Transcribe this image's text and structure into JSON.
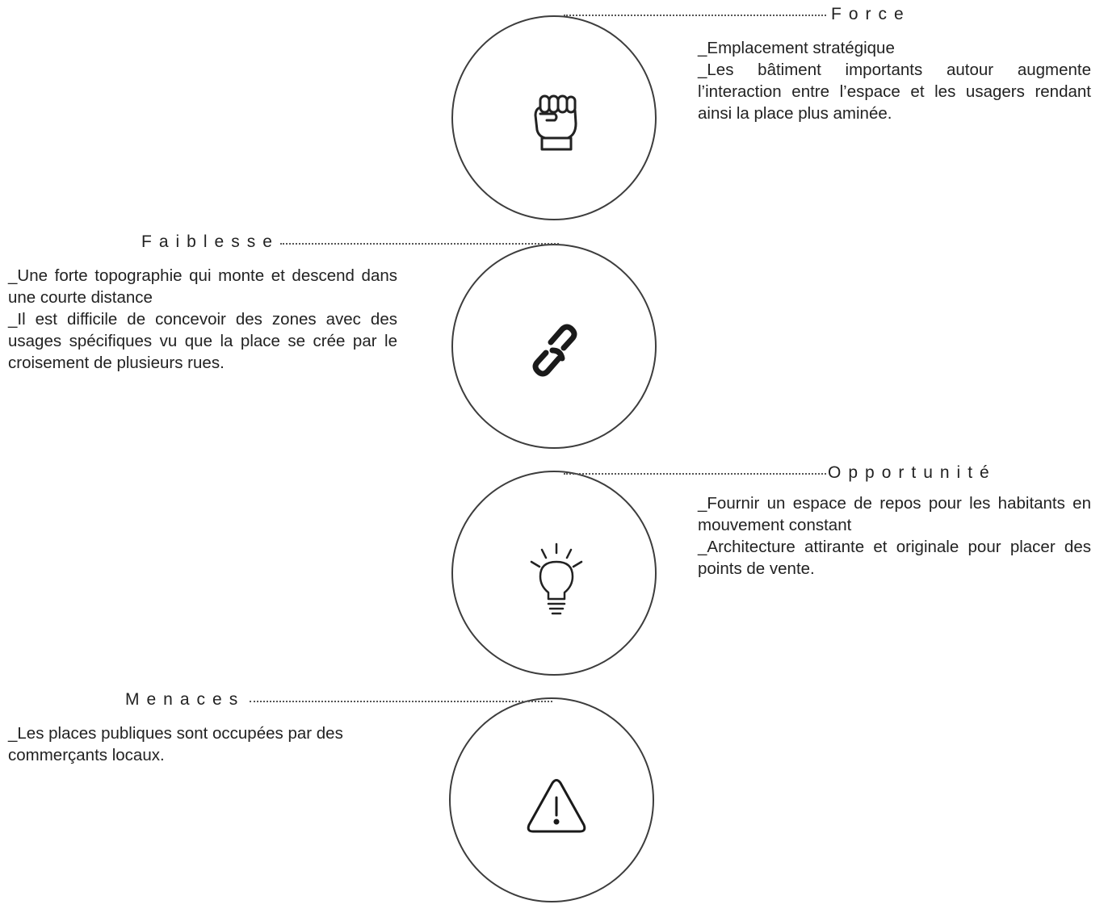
{
  "force": {
    "title": "Force",
    "lines": [
      "_Emplacement stratégique",
      "_Les bâtiment importants autour augmente l’interaction entre l’espace et les usagers rendant ainsi la place plus aminée."
    ],
    "icon": "fist-icon"
  },
  "faiblesse": {
    "title": "Faiblesse",
    "lines": [
      "_Une forte topographie qui monte et descend dans une courte distance",
      "_Il est difficile de concevoir des zones avec des usages spécifiques vu que la place se crée par le croisement de plusieurs rues."
    ],
    "icon": "broken-link-icon"
  },
  "opportunite": {
    "title": "Opportunité",
    "lines": [
      "_Fournir un espace de repos pour les habitants en mouvement constant",
      "_Architecture attirante et originale pour placer des points de vente."
    ],
    "icon": "lightbulb-icon"
  },
  "menaces": {
    "title": "Menaces",
    "lines": [
      "_Les places publiques sont occupées par des commerçants locaux."
    ],
    "icon": "warning-icon"
  }
}
